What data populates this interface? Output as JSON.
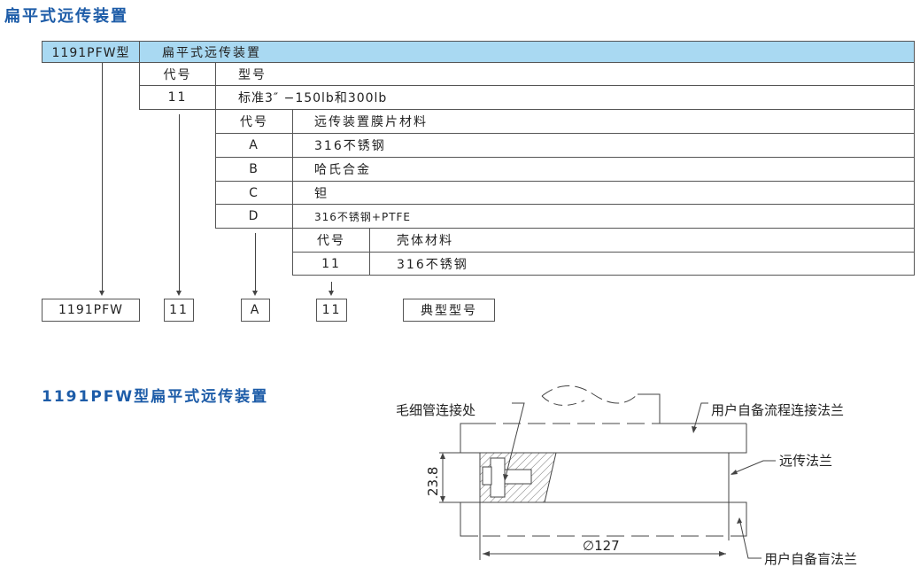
{
  "title": "扁平式远传装置",
  "table": {
    "header_model": "1191PFW型",
    "header_name": "扁平式远传装置",
    "level1": {
      "code_header": "代号",
      "name_header": "型号",
      "rows": [
        {
          "code": "11",
          "name": "标准3″ −150lb和300lb"
        }
      ]
    },
    "level2": {
      "code_header": "代号",
      "name_header": "远传装置膜片材料",
      "rows": [
        {
          "code": "A",
          "name": "316不锈钢"
        },
        {
          "code": "B",
          "name": "哈氏合金"
        },
        {
          "code": "C",
          "name": "钽"
        },
        {
          "code": "D",
          "name": "316不锈钢+PTFE"
        }
      ]
    },
    "level3": {
      "code_header": "代号",
      "name_header": "壳体材料",
      "rows": [
        {
          "code": "11",
          "name": "316不锈钢"
        }
      ]
    }
  },
  "typical": {
    "parts": [
      "1191PFW",
      "11",
      "A",
      "11"
    ],
    "label": "典型型号"
  },
  "section_title": "1191PFW型扁平式远传装置",
  "diagram": {
    "capillary_label": "毛细管连接处",
    "process_flange_label": "用户自备流程连接法兰",
    "remote_flange_label": "远传法兰",
    "blind_flange_label": "用户自备盲法兰",
    "height_dim": "23.8",
    "diameter_dim": "∅127"
  }
}
